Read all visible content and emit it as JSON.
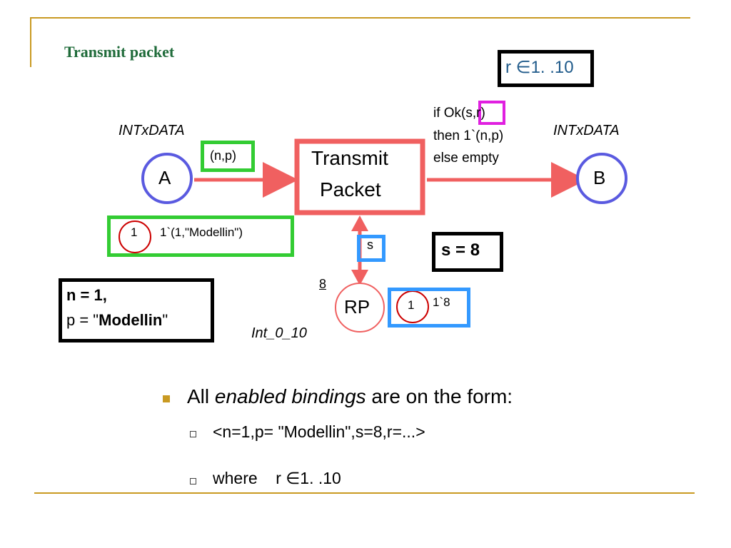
{
  "slide": {
    "title": "Transmit packet",
    "r_range": "r ∈1. .10",
    "guard": {
      "line1": "if Ok(s,r)",
      "line2": "then 1`(n,p)",
      "line3": "else empty"
    },
    "place_a": {
      "name": "A",
      "type": "INTxDATA",
      "count": "1",
      "marking": "1`(1,\"Modellin\")"
    },
    "place_b": {
      "name": "B",
      "type": "INTxDATA"
    },
    "place_rp": {
      "name": "RP",
      "type": "Int_0_10",
      "initial": "8",
      "count": "1",
      "marking": "1`8"
    },
    "transition": {
      "line1": "Transmit",
      "line2": "Packet"
    },
    "arc_in_label": "(n,p)",
    "arc_s_label": "s",
    "binding_s": "s = 8",
    "binding_np": {
      "line1": "n = 1,",
      "line2_prefix": "p = \"",
      "line2_bold": "Modellin",
      "line2_suffix": "\""
    },
    "bullets": {
      "main_prefix": "All ",
      "main_italic": "enabled bindings",
      "main_suffix": " are on the form:",
      "sub1": "<n=1,p= \"Modellin\",s=8,r=...>",
      "sub2": "where    r ∈1. .10"
    }
  },
  "colors": {
    "accent_gold": "#c99a22",
    "title_green": "#1f6b3a",
    "arc_red": "#f06060",
    "place_blue": "#5a5ae0",
    "highlight_green": "#33cc33",
    "highlight_blue": "#3399ff",
    "highlight_magenta": "#e020e0",
    "circle_red": "#cc0000"
  }
}
